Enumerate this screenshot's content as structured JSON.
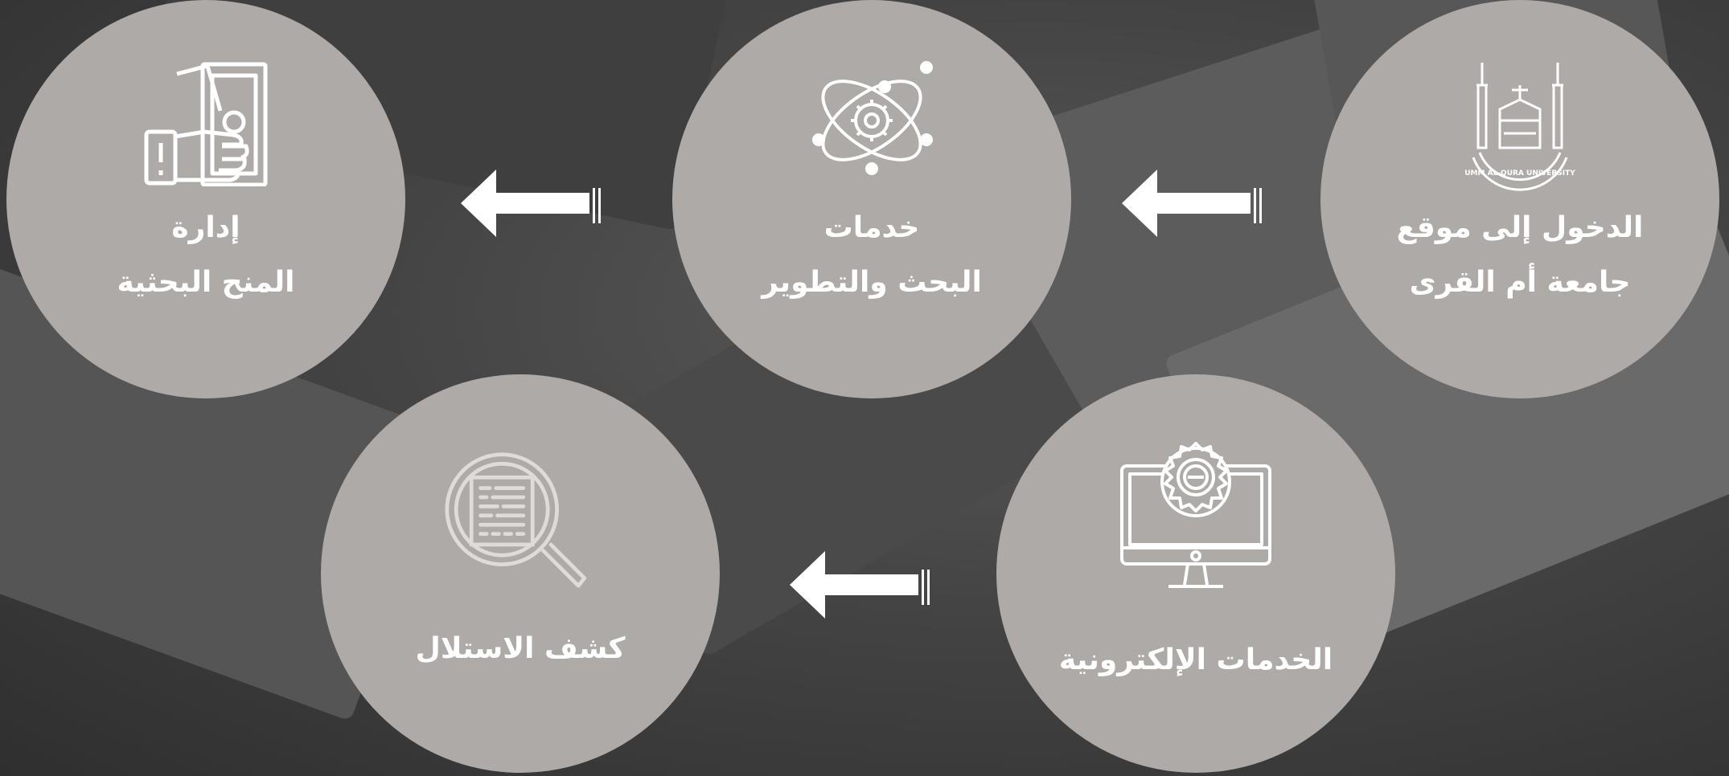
{
  "colors": {
    "circle": "#aeaaa8",
    "text": "#ffffff",
    "arrow": "#ffffff",
    "icon_muted": "#dedcda"
  },
  "steps": [
    {
      "id": "uqu-site",
      "icon": "university-emblem-icon",
      "line1": "الدخول إلى موقع",
      "line2": "جامعة أم القرى"
    },
    {
      "id": "research-services",
      "icon": "atom-gear-icon",
      "line1": "خدمات",
      "line2": "البحث والتطوير"
    },
    {
      "id": "grants-management",
      "icon": "hand-money-icon",
      "line1": "إدارة",
      "line2": "المنح البحثية"
    },
    {
      "id": "e-services",
      "icon": "monitor-gear-icon",
      "line1": "الخدمات الإلكترونية"
    },
    {
      "id": "plagiarism-check",
      "icon": "magnifier-document-icon",
      "line1": "كشف الاستلال"
    }
  ],
  "arrows": [
    "left-arrow-icon",
    "left-arrow-icon",
    "left-arrow-icon"
  ]
}
